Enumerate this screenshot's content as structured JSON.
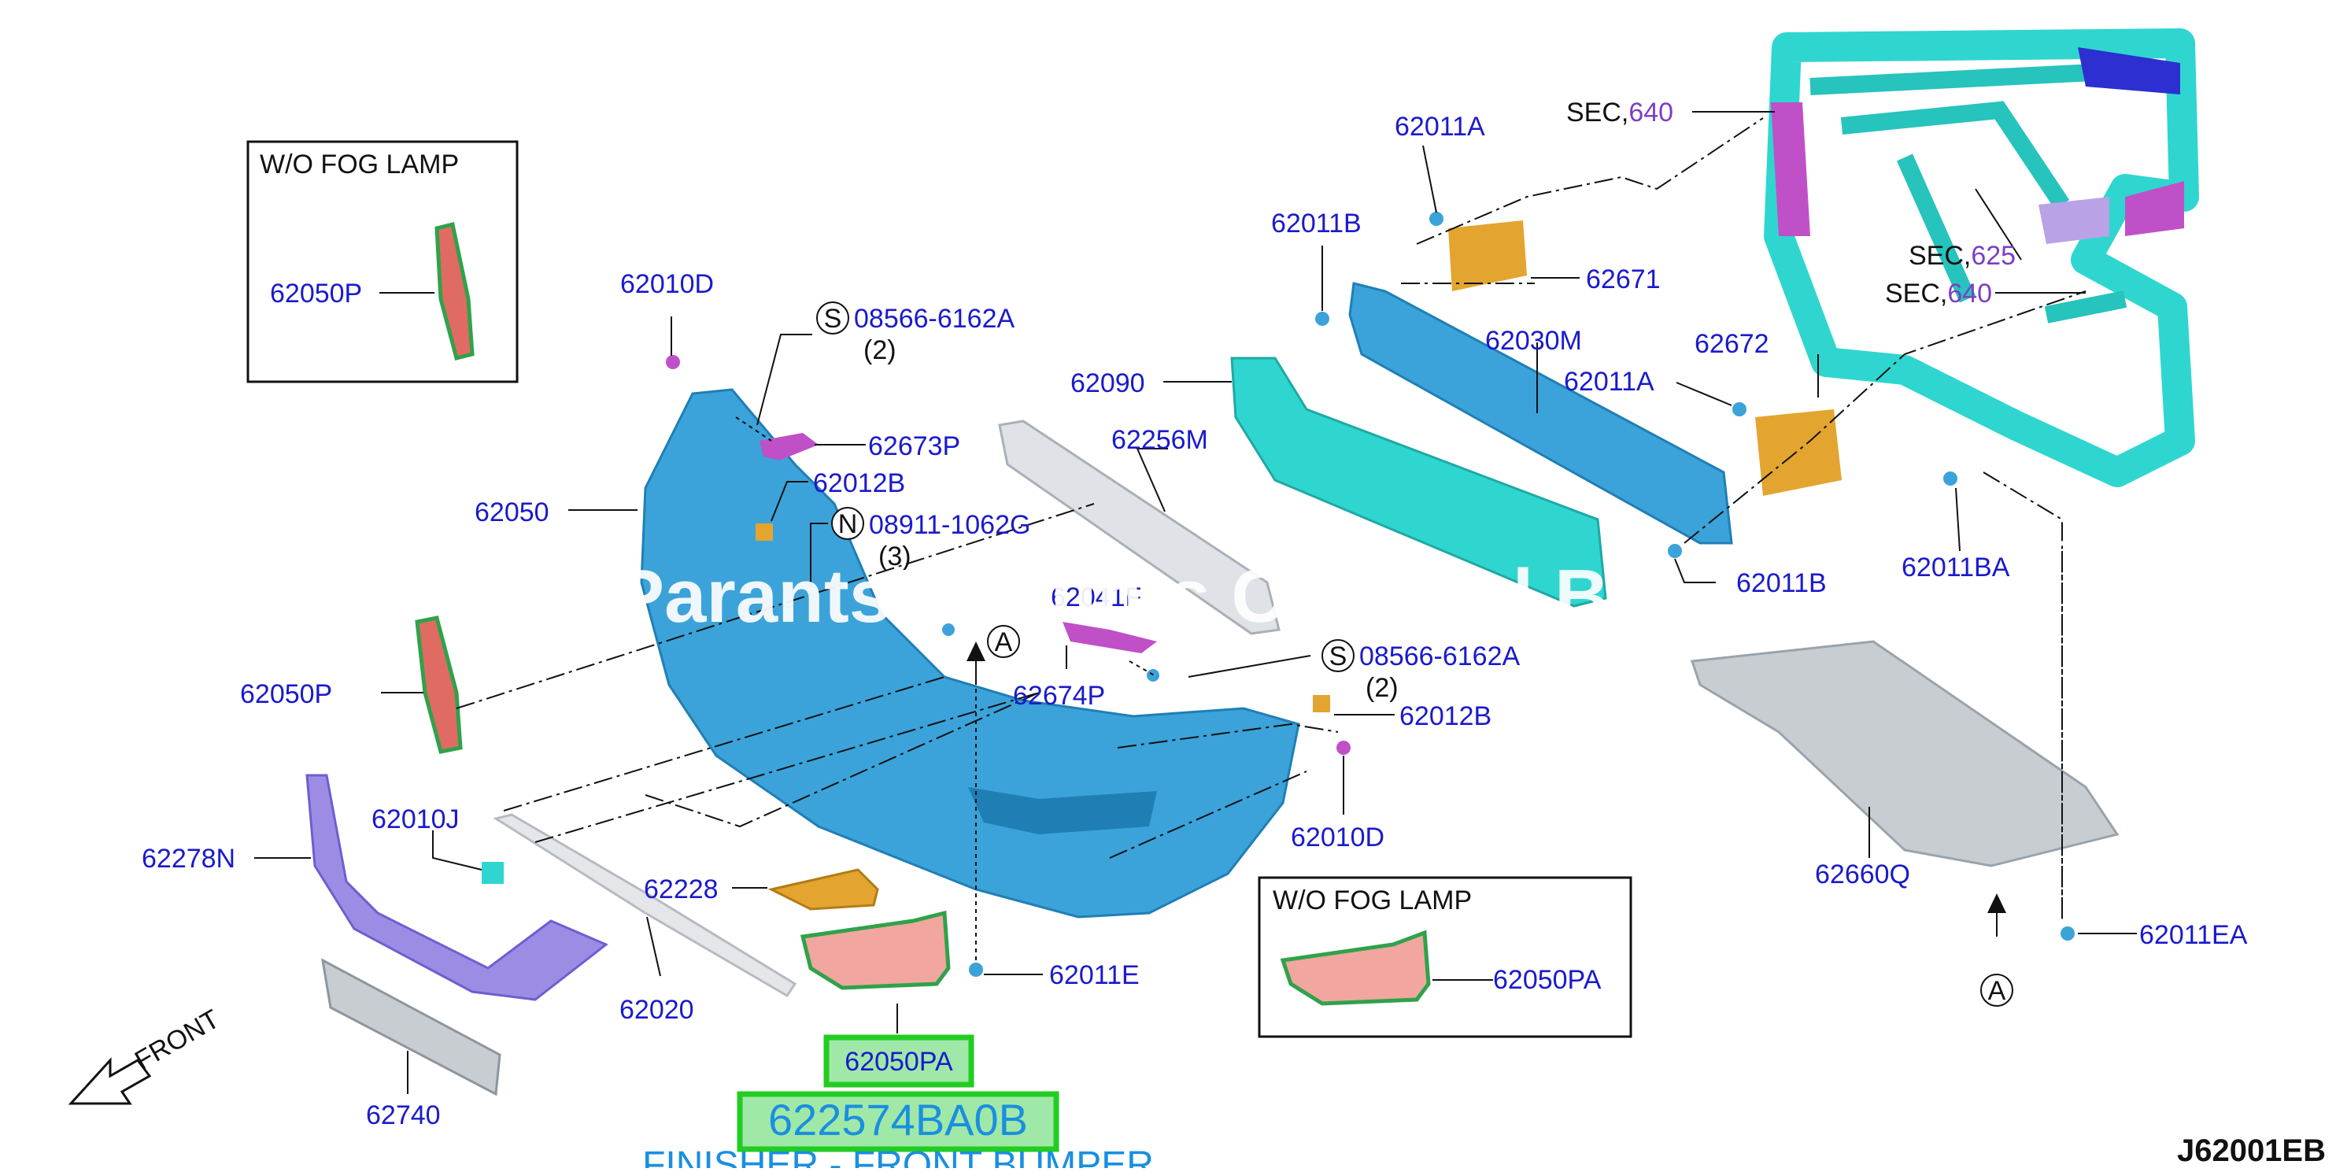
{
  "diagram_code": "J62001EB",
  "watermark": "ParantsDiscunts Cosnted B",
  "boxes": {
    "fog_left_title": "W/O FOG LAMP",
    "fog_right_title": "W/O FOG LAMP"
  },
  "labels": {
    "p62050P_box": "62050P",
    "p62010D_top": "62010D",
    "s08566_top": "08566-6162A",
    "s08566_top_qty": "(2)",
    "p62673P": "62673P",
    "p62012B_top": "62012B",
    "p62050": "62050",
    "n08911": "08911-1062G",
    "n08911_qty": "(3)",
    "p62050P": "62050P",
    "p62674P": "62674P",
    "p62041F": "62041F",
    "s08566_mid": "08566-6162A",
    "s08566_mid_qty": "(2)",
    "p62012B_mid": "62012B",
    "p62010D_mid": "62010D",
    "p62010J": "62010J",
    "p62278N": "62278N",
    "p62228": "62228",
    "p62020": "62020",
    "p62740": "62740",
    "p62011E": "62011E",
    "p62050PA_box": "62050PA",
    "p62090": "62090",
    "p62256M": "62256M",
    "p62011A_top": "62011A",
    "p62011B_top": "62011B",
    "p62671": "62671",
    "p62030M": "62030M",
    "p62672": "62672",
    "p62011A_mid": "62011A",
    "p62011B_mid": "62011B",
    "p62011BA": "62011BA",
    "p62660Q": "62660Q",
    "p62011EA": "62011EA",
    "sec_prefix_1": "SEC,",
    "sec_num_1": "640",
    "sec_prefix_2": "SEC,",
    "sec_num_2": "625",
    "sec_prefix_3": "SEC,",
    "sec_num_3": "640",
    "marker_s": "S",
    "marker_n": "N",
    "ref_a": "A",
    "front_label": "FRONT"
  },
  "highlight": {
    "part_code": "62050PA",
    "part_number": "622574BA0B",
    "description": "FINISHER - FRONT BUMPER"
  },
  "colors": {
    "label_blue": "#1a1acc",
    "sec_purple": "#7b3fc4",
    "bumper_blue": "#3ba3d9",
    "bracket_cyan": "#2fd6d0",
    "highlight_green": "#22cc22",
    "highlight_fill": "#9fe8a8",
    "lamp_red": "#e06b63",
    "grey_panel": "#c8cdd2"
  }
}
